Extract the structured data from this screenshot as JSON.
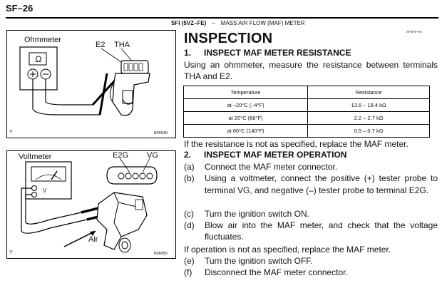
{
  "page": {
    "id": "SF–26",
    "header_section": "SFI (5VZ–FE)",
    "header_sep": "–",
    "header_topic": "MASS AIR FLOW (MAF) METER",
    "ref_code": "SF0R9–0A"
  },
  "heading": "INSPECTION",
  "step1": {
    "num": "1.",
    "title": "INSPECT MAF METER RESISTANCE",
    "text": "Using an ohmmeter, measure the resistance between terminals THA and E2.",
    "table": {
      "headers": [
        "Temperature",
        "Resistance"
      ],
      "rows": [
        [
          "at –20°C (–4°F)",
          "13.6 – 18.4 kΩ"
        ],
        [
          "at 20°C (68°F)",
          "2.2 – 2.7 kΩ"
        ],
        [
          "at 60°C (140°F)",
          "0.5 – 0.7 kΩ"
        ]
      ]
    },
    "after": "If the resistance is not as specified, replace the MAF meter."
  },
  "step2": {
    "num": "2.",
    "title": "INSPECT MAF METER OPERATION",
    "items": [
      {
        "label": "(a)",
        "text": "Connect the MAF meter connector."
      },
      {
        "label": "(b)",
        "text": "Using a voltmeter, connect the positive (+) tester probe to terminal VG, and negative (–) tester probe to terminal E2G."
      },
      {
        "label": "(c)",
        "text": "Turn the ignition switch ON."
      },
      {
        "label": "(d)",
        "text": "Blow air into the MAF meter, and check that the voltage fluctuates."
      }
    ],
    "after": "If operation is not as specified, replace the MAF meter.",
    "items2": [
      {
        "label": "(e)",
        "text": "Turn the ignition switch OFF."
      },
      {
        "label": "(f)",
        "text": "Disconnect the MAF meter connector."
      }
    ]
  },
  "figure1": {
    "meter_label": "Ohmmeter",
    "symbol": "Ω",
    "terminal_e2": "E2",
    "terminal_tha": "THA",
    "corner": "Y",
    "fig_id": "B06049"
  },
  "figure2": {
    "meter_label": "Voltmeter",
    "unit": "V",
    "terminal_e2g": "E2G",
    "terminal_vg": "VG",
    "air_label": "Air",
    "corner": "Y",
    "fig_id": "B06050"
  }
}
